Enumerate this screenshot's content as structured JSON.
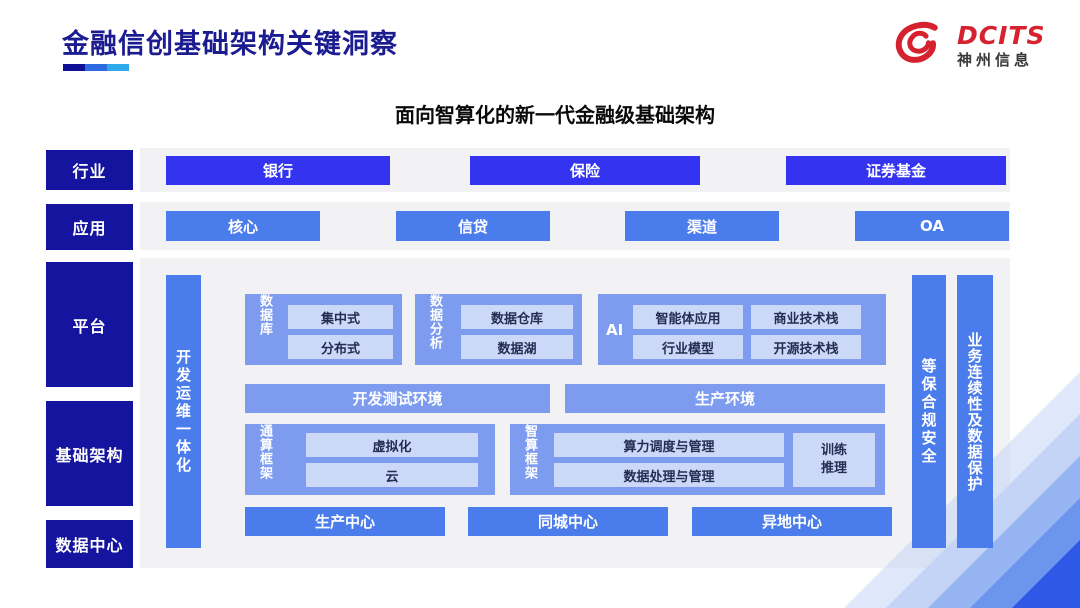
{
  "header": {
    "title": "金融信创基础架构关键洞察",
    "logo": {
      "brand": "DCITS",
      "company": "神州信息"
    }
  },
  "subtitle": "面向智算化的新一代金融级基础架构",
  "layers": {
    "industry": {
      "label": "行业",
      "items": [
        "银行",
        "保险",
        "证券基金"
      ]
    },
    "application": {
      "label": "应用",
      "items": [
        "核心",
        "信贷",
        "渠道",
        "OA"
      ]
    },
    "platform": {
      "label": "平台"
    },
    "infrastructure": {
      "label": "基础架构"
    },
    "datacenter": {
      "label": "数据中心"
    }
  },
  "diagram": {
    "devops_bar": "开发运维一体化",
    "security_bar": "等保合规安全",
    "continuity_bar": "业务连续性及数据保护",
    "database": {
      "label": "数据库",
      "items": [
        "集中式",
        "分布式"
      ]
    },
    "analytics": {
      "label": "数据分析",
      "items": [
        "数据仓库",
        "数据湖"
      ]
    },
    "ai": {
      "label": "AI",
      "items": [
        "智能体应用",
        "商业技术栈",
        "行业模型",
        "开源技术栈"
      ]
    },
    "environments": {
      "dev": "开发测试环境",
      "prod": "生产环境"
    },
    "general_framework": {
      "label": "通算框架",
      "items": [
        "虚拟化",
        "云"
      ]
    },
    "ai_framework": {
      "label": "智算框架",
      "items": [
        "算力调度与管理",
        "数据处理与管理"
      ],
      "side": "训练\n推理"
    },
    "centers": [
      "生产中心",
      "同城中心",
      "异地中心"
    ]
  },
  "colors": {
    "navy_label": "#14149e",
    "industry_button": "#3333f0",
    "app_button": "#4b7ceb",
    "group_container": "#7e9cef",
    "inner_box": "#cbd8f8",
    "title_navy": "#1c1c91",
    "logo_red": "#d6212e",
    "panel_gray": "#f2f2f4"
  }
}
